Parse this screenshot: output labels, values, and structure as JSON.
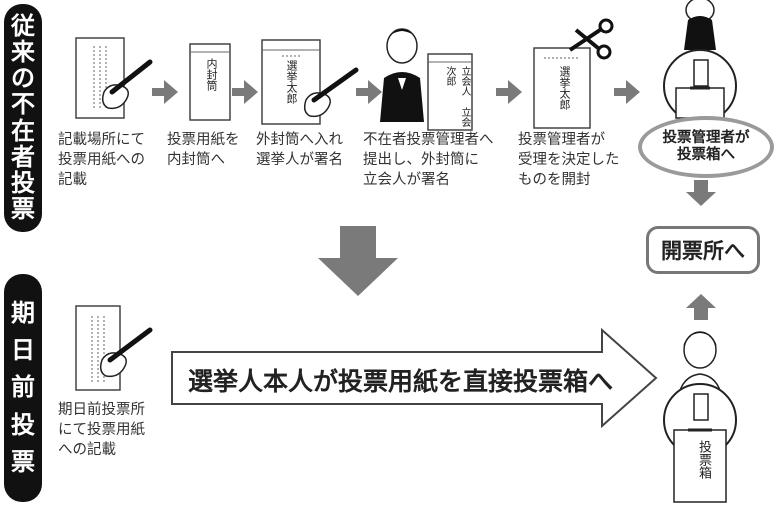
{
  "sections": {
    "traditional": "従来の不在者投票",
    "early": "期日前投票"
  },
  "steps": [
    {
      "caption": [
        "記載場所にて",
        "投票用紙への",
        "記載"
      ]
    },
    {
      "caption": [
        "投票用紙を",
        "内封筒へ"
      ],
      "envelope_label": "内封筒"
    },
    {
      "caption": [
        "外封筒へ入れ",
        "選挙人が署名"
      ],
      "envelope_label": "選挙太郎"
    },
    {
      "caption": [
        "不在者投票管理者へ",
        "提出し、外封筒に",
        "立会人が署名"
      ],
      "envelope_label": "立会人 立会次郎"
    },
    {
      "caption": [
        "投票管理者が",
        "受理を決定した",
        "ものを開封"
      ],
      "envelope_label": "選挙太郎"
    }
  ],
  "oval_label": [
    "投票管理者が",
    "投票箱へ"
  ],
  "destination_label": "開票所へ",
  "early": {
    "caption": [
      "期日前投票所",
      "にて投票用紙",
      "への記載"
    ],
    "big_arrow_label": "選挙人本人が投票用紙を直接投票箱へ",
    "ballot_box_label": "投票箱"
  },
  "colors": {
    "dark": "#111111",
    "arrow": "#7a7a7a",
    "oval_border": "#9a9a9a"
  }
}
